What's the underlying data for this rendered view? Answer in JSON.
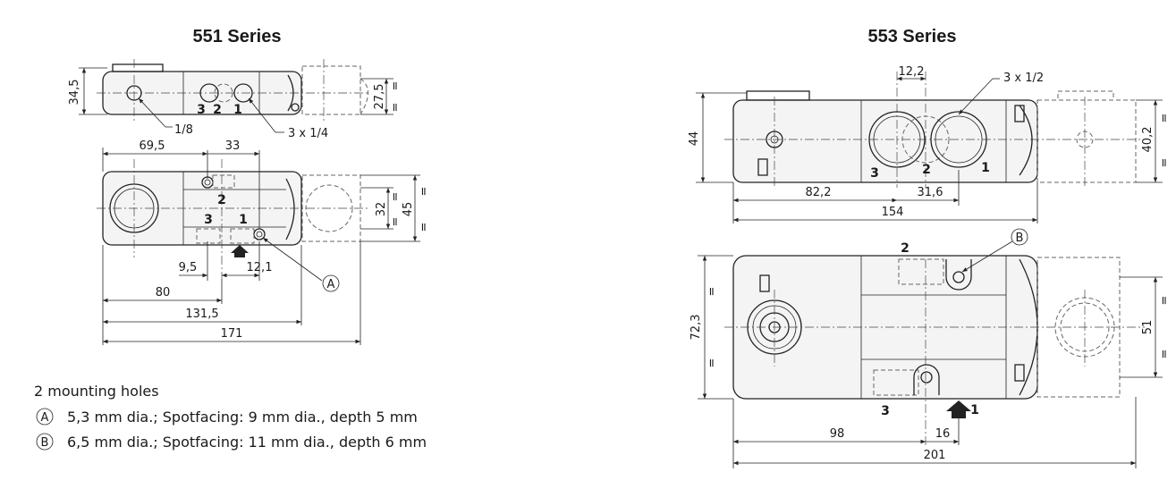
{
  "left": {
    "title": "551 Series",
    "top_view": {
      "dim_height": "34,5",
      "dim_right": "27,5",
      "port_labels": [
        "3",
        "2",
        "1"
      ],
      "callout_small": "1/8",
      "callout_ports": "3 x 1/4"
    },
    "plan_view": {
      "dim_69": "69,5",
      "dim_33": "33",
      "dim_32": "32",
      "dim_45": "45",
      "port_2": "2",
      "port_3": "3",
      "port_1": "1",
      "dim_9": "9,5",
      "dim_12": "12,1",
      "dim_80": "80",
      "dim_131": "131,5",
      "dim_171": "171",
      "hole_ref": "A"
    }
  },
  "right": {
    "title": "553 Series",
    "top_view": {
      "dim_12": "12,2",
      "callout_ports": "3 x 1/2",
      "dim_44": "44",
      "dim_40": "40,2",
      "port_3": "3",
      "port_2": "2",
      "port_1": "1",
      "dim_82": "82,2",
      "dim_31": "31,6",
      "dim_154": "154"
    },
    "plan_view": {
      "hole_ref": "B",
      "port_2": "2",
      "dim_72": "72,3",
      "dim_51": "51",
      "port_3": "3",
      "port_1": "1",
      "dim_98": "98",
      "dim_16": "16",
      "dim_201": "201"
    }
  },
  "equal_mark": "=",
  "notes": {
    "heading": "2 mounting holes",
    "a_symbol": "A",
    "a_text": "5,3 mm dia.; Spotfacing: 9 mm dia., depth 5 mm",
    "b_symbol": "B",
    "b_text": "6,5 mm dia.; Spotfacing: 11 mm dia., depth 6 mm"
  }
}
